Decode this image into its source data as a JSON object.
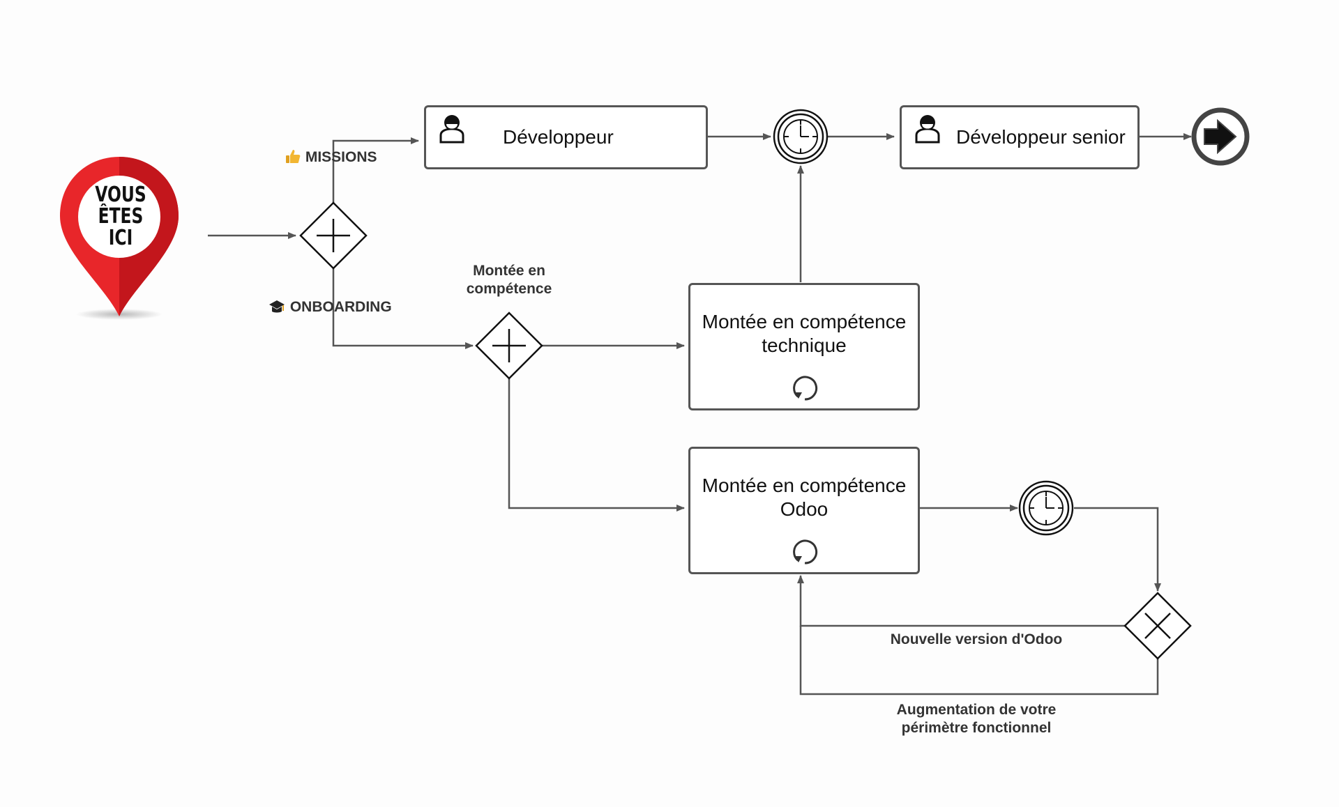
{
  "diagram_type": "BPMN process",
  "colors": {
    "stroke": "#555555",
    "pin_red": "#e8262a",
    "pin_dark": "#c3161c",
    "thumb": "#f2b632"
  },
  "start_marker": {
    "lines": [
      "VOUS",
      "ÊTES",
      "ICI"
    ],
    "icon": "map-pin-icon"
  },
  "labels": {
    "missions": "MISSIONS",
    "onboarding": "ONBOARDING",
    "montee_split": [
      "Montée en",
      "compétence"
    ],
    "nouvelle_version": "Nouvelle version d'Odoo",
    "augmentation": [
      "Augmentation de votre",
      "périmètre fonctionnel"
    ]
  },
  "tasks": {
    "developpeur": {
      "label": "Développeur",
      "icon": "user-icon"
    },
    "senior": {
      "label": "Développeur senior",
      "icon": "user-icon"
    },
    "technique": {
      "lines": [
        "Montée en compétence",
        "technique"
      ],
      "icon": "loop-icon"
    },
    "odoo": {
      "lines": [
        "Montée en compétence",
        "Odoo"
      ],
      "icon": "loop-icon"
    }
  },
  "events": {
    "timer_top": "timer-icon",
    "timer_bottom": "timer-icon",
    "end": "end-event-arrow-icon"
  },
  "gateways": {
    "main": "parallel-gateway-icon",
    "montee": "parallel-gateway-icon",
    "exclusive": "exclusive-gateway-icon"
  }
}
